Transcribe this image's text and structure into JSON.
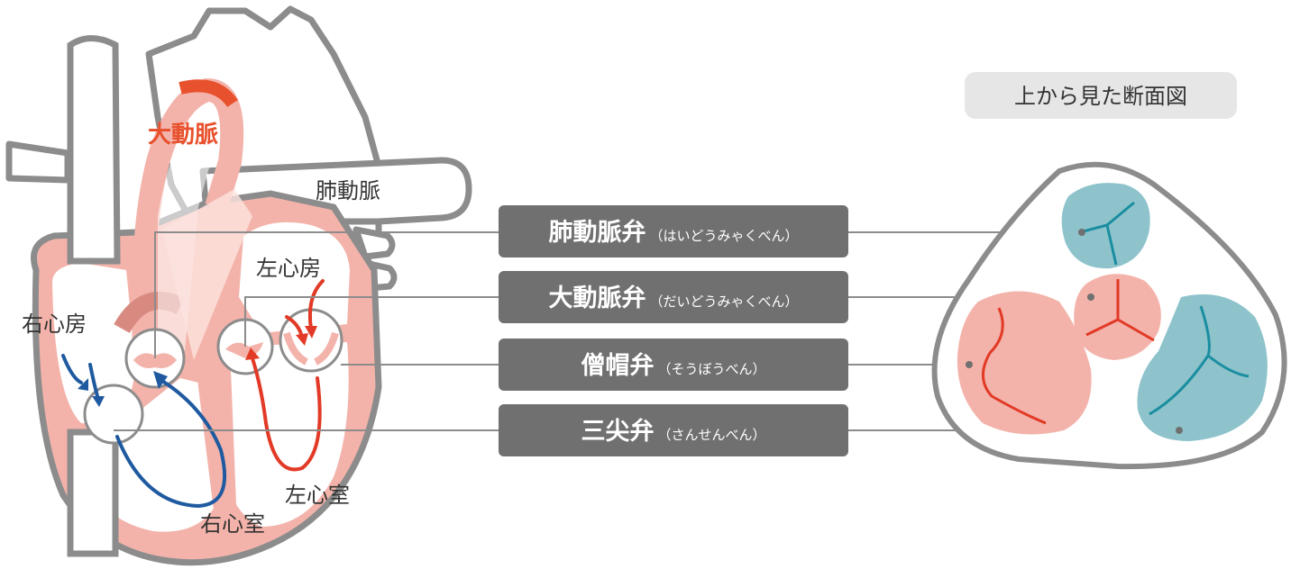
{
  "heart": {
    "aorta": "大動脈",
    "pulmonary_artery": "肺動脈",
    "left_atrium": "左心房",
    "right_atrium": "右心房",
    "left_ventricle": "左心室",
    "right_ventricle": "右心室"
  },
  "valves": [
    {
      "name": "肺動脈弁",
      "reading": "（はいどうみゃくべん）"
    },
    {
      "name": "大動脈弁",
      "reading": "（だいどうみゃくべん）"
    },
    {
      "name": "僧帽弁",
      "reading": "（そうぼうべん）"
    },
    {
      "name": "三尖弁",
      "reading": "（さんせんべん）"
    }
  ],
  "cross_section": {
    "title": "上から見た断面図"
  },
  "colors": {
    "heart_outline": "#8c8c8c",
    "heart_pink": "#f3b3aa",
    "aorta_red": "#e8512d",
    "blood_blue": "#1f5aa0",
    "blood_red": "#e23a26",
    "pill": "#707070",
    "teal": "#8ec3cc",
    "teal_line": "#1a8ea0",
    "title_bg": "#e6e6e6"
  }
}
